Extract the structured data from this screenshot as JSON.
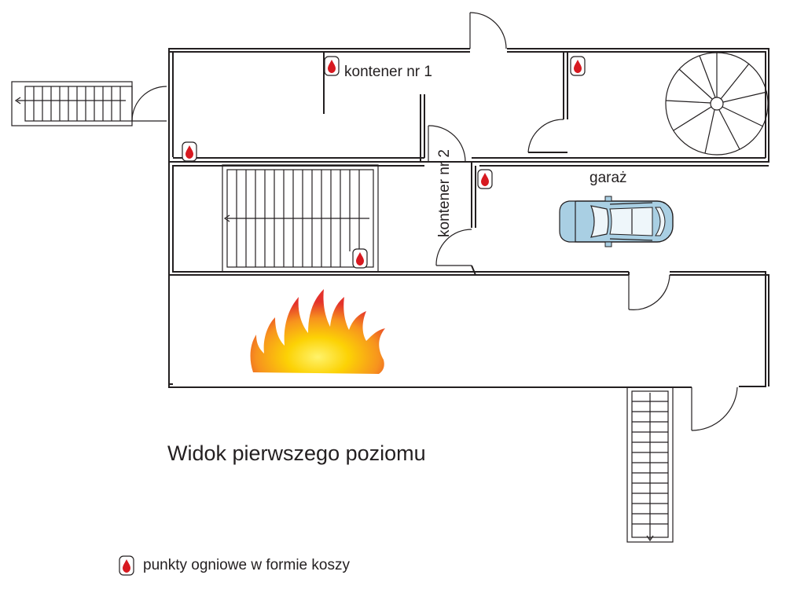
{
  "labels": {
    "container_1": "kontener nr 1",
    "container_2": "kontener nr 2",
    "garage": "garaż",
    "title": "Widok pierwszego poziomu"
  },
  "legend": {
    "text": "punkty ogniowe w formie koszy",
    "icon": "fire-point-icon"
  },
  "colors": {
    "flame_outer": "#e4322b",
    "flame_inner": "#fcd205",
    "marker_flame": "#d71920",
    "car_body": "#a9cfe3",
    "lines": "#231f20"
  }
}
